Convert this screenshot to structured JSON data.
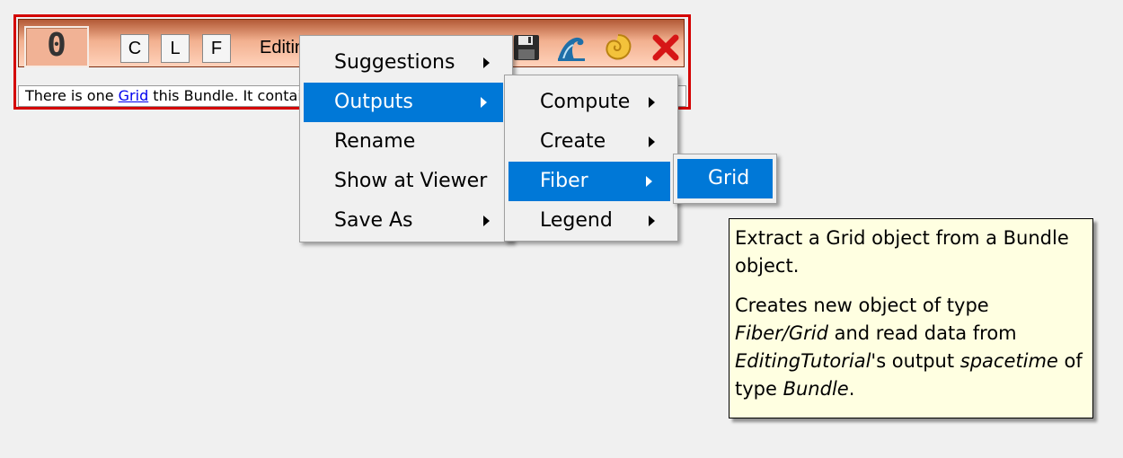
{
  "panel": {
    "counter": "0",
    "buttons": [
      "C",
      "L",
      "F"
    ],
    "title": "Editing",
    "icons": [
      "help-icon",
      "copy-icon",
      "save-icon",
      "wave-icon",
      "shell-icon",
      "close-icon"
    ],
    "status": {
      "prefix": "There is one ",
      "link": "Grid",
      "suffix": " this Bundle. It contains"
    }
  },
  "menu_main": {
    "items": [
      {
        "label": "Suggestions",
        "has_submenu": true
      },
      {
        "label": "Outputs",
        "has_submenu": true,
        "selected": true
      },
      {
        "label": "Rename",
        "has_submenu": false
      },
      {
        "label": "Show at Viewer",
        "has_submenu": false
      },
      {
        "label": "Save As",
        "has_submenu": true
      }
    ]
  },
  "menu_outputs": {
    "items": [
      {
        "label": "Compute",
        "has_submenu": true
      },
      {
        "label": "Create",
        "has_submenu": true
      },
      {
        "label": "Fiber",
        "has_submenu": true,
        "selected": true
      },
      {
        "label": "Legend",
        "has_submenu": true
      }
    ]
  },
  "menu_fiber": {
    "items": [
      {
        "label": "Grid",
        "has_submenu": false,
        "selected": true
      }
    ]
  },
  "tooltip": {
    "line1": "Extract a Grid object from a Bundle object.",
    "p2_a": "Creates new object of type ",
    "p2_type": "Fiber/Grid",
    "p2_b": " and read data from ",
    "p2_src": "EditingTutorial",
    "p2_c": "'s output ",
    "p2_out": "spacetime",
    "p2_d": " of type ",
    "p2_outtype": "Bundle",
    "p2_e": "."
  },
  "colors": {
    "highlight": "#0078d7",
    "panel_border": "#d40000",
    "tooltip_bg": "#ffffe1"
  }
}
